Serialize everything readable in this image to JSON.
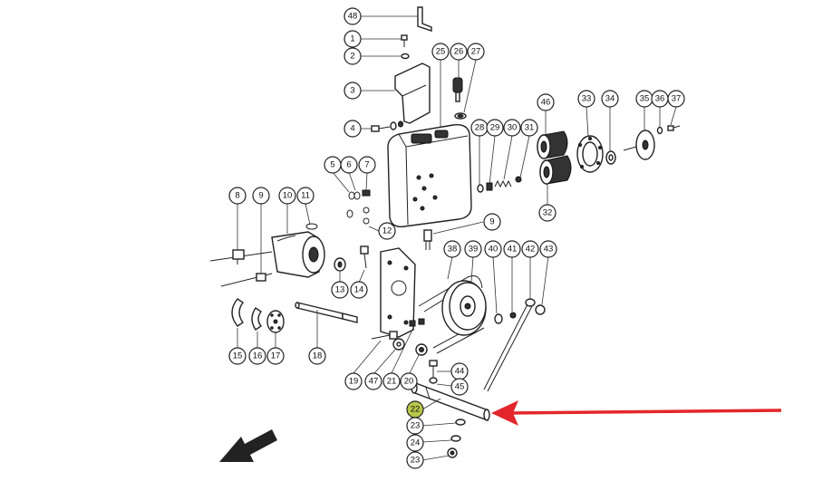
{
  "diagram": {
    "highlight_color": "#b9c74a",
    "arrow_color": "#e3262b",
    "direction_arrow_color": "#222222",
    "highlighted_part": "22",
    "callouts": [
      {
        "id": "c48",
        "label": "48"
      },
      {
        "id": "c1",
        "label": "1"
      },
      {
        "id": "c2",
        "label": "2"
      },
      {
        "id": "c3",
        "label": "3"
      },
      {
        "id": "c4",
        "label": "4"
      },
      {
        "id": "c25",
        "label": "25"
      },
      {
        "id": "c26",
        "label": "26"
      },
      {
        "id": "c27",
        "label": "27"
      },
      {
        "id": "c46",
        "label": "46"
      },
      {
        "id": "c33",
        "label": "33"
      },
      {
        "id": "c34",
        "label": "34"
      },
      {
        "id": "c35",
        "label": "35"
      },
      {
        "id": "c36",
        "label": "36"
      },
      {
        "id": "c37",
        "label": "37"
      },
      {
        "id": "c28",
        "label": "28"
      },
      {
        "id": "c29",
        "label": "29"
      },
      {
        "id": "c30",
        "label": "30"
      },
      {
        "id": "c31",
        "label": "31"
      },
      {
        "id": "c32",
        "label": "32"
      },
      {
        "id": "c5",
        "label": "5"
      },
      {
        "id": "c6",
        "label": "6"
      },
      {
        "id": "c7",
        "label": "7"
      },
      {
        "id": "c12",
        "label": "12"
      },
      {
        "id": "c9b",
        "label": "9"
      },
      {
        "id": "c8",
        "label": "8"
      },
      {
        "id": "c9a",
        "label": "9"
      },
      {
        "id": "c10",
        "label": "10"
      },
      {
        "id": "c11",
        "label": "11"
      },
      {
        "id": "c13",
        "label": "13"
      },
      {
        "id": "c14",
        "label": "14"
      },
      {
        "id": "c38",
        "label": "38"
      },
      {
        "id": "c39",
        "label": "39"
      },
      {
        "id": "c40",
        "label": "40"
      },
      {
        "id": "c41",
        "label": "41"
      },
      {
        "id": "c42",
        "label": "42"
      },
      {
        "id": "c43",
        "label": "43"
      },
      {
        "id": "c15",
        "label": "15"
      },
      {
        "id": "c16",
        "label": "16"
      },
      {
        "id": "c17",
        "label": "17"
      },
      {
        "id": "c18",
        "label": "18"
      },
      {
        "id": "c19",
        "label": "19"
      },
      {
        "id": "c47",
        "label": "47"
      },
      {
        "id": "c21",
        "label": "21"
      },
      {
        "id": "c20",
        "label": "20"
      },
      {
        "id": "c44",
        "label": "44"
      },
      {
        "id": "c45",
        "label": "45"
      },
      {
        "id": "c22",
        "label": "22"
      },
      {
        "id": "c23a",
        "label": "23"
      },
      {
        "id": "c24",
        "label": "24"
      },
      {
        "id": "c23b",
        "label": "23"
      }
    ]
  }
}
